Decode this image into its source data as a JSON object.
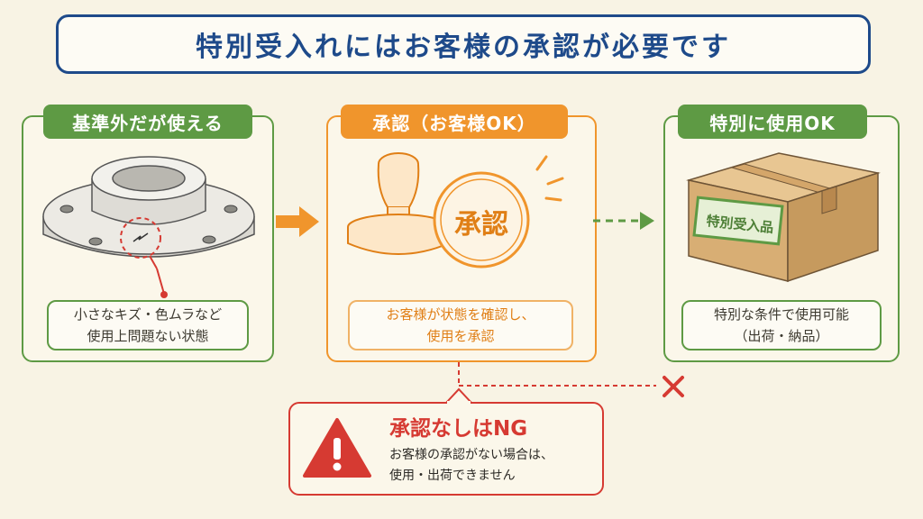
{
  "title": "特別受入れにはお客様の承認が必要です",
  "steps": [
    {
      "tab": "基準外だが使える",
      "desc_line1": "小さなキズ・色ムラなど",
      "desc_line2": "使用上問題ない状態"
    },
    {
      "tab": "承認（お客様OK）",
      "stamp_text": "承認",
      "desc_line1": "お客様が状態を確認し、",
      "desc_line2": "使用を承認"
    },
    {
      "tab": "特別に使用OK",
      "box_label": "特別受入品",
      "desc_line1": "特別な条件で使用可能",
      "desc_line2": "（出荷・納品）"
    }
  ],
  "warning": {
    "title": "承認なしはNG",
    "desc_line1": "お客様の承認がない場合は、",
    "desc_line2": "使用・出荷できません"
  },
  "colors": {
    "navy": "#1e4a8a",
    "green": "#5e9a44",
    "orange": "#f0952c",
    "red": "#d63a32",
    "background": "#f8f3e4"
  },
  "icons": [
    "flange-part-icon",
    "approval-stamp-icon",
    "cardboard-box-icon",
    "warning-triangle-icon",
    "cross-mark-icon"
  ]
}
